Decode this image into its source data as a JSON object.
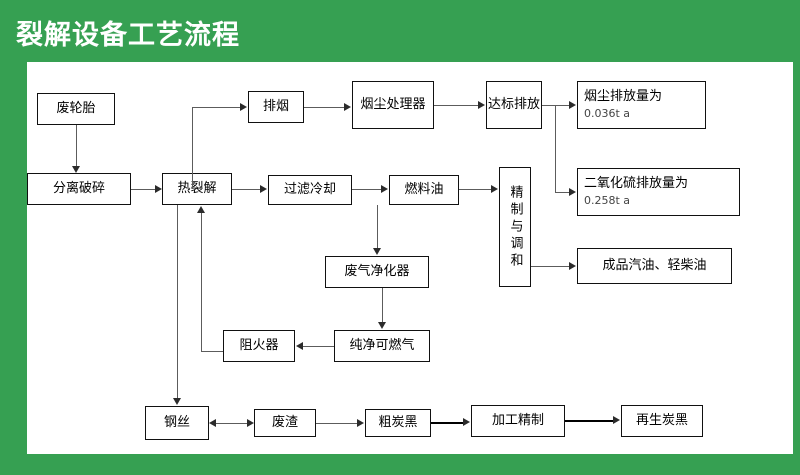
{
  "header": {
    "title": "裂解设备工艺流程",
    "bg_color": "#36a052",
    "text_color": "#ffffff"
  },
  "canvas": {
    "bg_color": "#ffffff",
    "edge_color": "#5c5c5c",
    "box_border_color": "#111111"
  },
  "chart_data": {
    "type": "diagram",
    "title": "裂解设备工艺流程",
    "nodes": [
      {
        "id": "waste_tire",
        "label": "废轮胎"
      },
      {
        "id": "separate_crush",
        "label": "分离破碎"
      },
      {
        "id": "pyrolysis",
        "label": "热裂解"
      },
      {
        "id": "exhaust_smoke",
        "label": "排烟"
      },
      {
        "id": "dust_treatment",
        "label": "烟尘处理器"
      },
      {
        "id": "standard_emission",
        "label": "达标排放"
      },
      {
        "id": "dust_emission",
        "label": "烟尘排放量为",
        "value": "0.036t a"
      },
      {
        "id": "so2_emission",
        "label": "二氧化硫排放量为",
        "value": "0.258t a"
      },
      {
        "id": "filter_cool",
        "label": "过滤冷却"
      },
      {
        "id": "fuel_oil",
        "label": "燃料油"
      },
      {
        "id": "refine_blend",
        "label": "精制与调和"
      },
      {
        "id": "finished_oil",
        "label": "成品汽油、轻柴油"
      },
      {
        "id": "gas_purifier",
        "label": "废气净化器"
      },
      {
        "id": "clean_gas",
        "label": "纯净可燃气"
      },
      {
        "id": "flame_arrester",
        "label": "阻火器"
      },
      {
        "id": "steel_wire",
        "label": "钢丝"
      },
      {
        "id": "waste_residue",
        "label": "废渣"
      },
      {
        "id": "crude_carbon",
        "label": "粗炭黑"
      },
      {
        "id": "process_refine",
        "label": "加工精制"
      },
      {
        "id": "recycled_carbon",
        "label": "再生炭黑"
      }
    ],
    "edges": [
      {
        "from": "waste_tire",
        "to": "separate_crush",
        "direction": "down"
      },
      {
        "from": "separate_crush",
        "to": "pyrolysis",
        "direction": "right"
      },
      {
        "from": "pyrolysis",
        "to": "exhaust_smoke",
        "direction": "up-right"
      },
      {
        "from": "exhaust_smoke",
        "to": "dust_treatment",
        "direction": "right"
      },
      {
        "from": "dust_treatment",
        "to": "standard_emission",
        "direction": "right"
      },
      {
        "from": "standard_emission",
        "to": "dust_emission",
        "direction": "right"
      },
      {
        "from": "standard_emission",
        "to": "so2_emission",
        "direction": "down-right"
      },
      {
        "from": "pyrolysis",
        "to": "filter_cool",
        "direction": "right"
      },
      {
        "from": "filter_cool",
        "to": "fuel_oil",
        "direction": "right"
      },
      {
        "from": "fuel_oil",
        "to": "refine_blend",
        "direction": "right"
      },
      {
        "from": "refine_blend",
        "to": "finished_oil",
        "direction": "right"
      },
      {
        "from": "filter_cool",
        "to": "gas_purifier",
        "direction": "down"
      },
      {
        "from": "gas_purifier",
        "to": "clean_gas",
        "direction": "down"
      },
      {
        "from": "clean_gas",
        "to": "flame_arrester",
        "direction": "left"
      },
      {
        "from": "flame_arrester",
        "to": "pyrolysis",
        "direction": "left-up"
      },
      {
        "from": "pyrolysis",
        "to": "steel_wire",
        "direction": "down"
      },
      {
        "from": "steel_wire",
        "to": "waste_residue",
        "direction": "bidirectional"
      },
      {
        "from": "waste_residue",
        "to": "crude_carbon",
        "direction": "right"
      },
      {
        "from": "crude_carbon",
        "to": "process_refine",
        "direction": "right"
      },
      {
        "from": "process_refine",
        "to": "recycled_carbon",
        "direction": "right"
      }
    ]
  }
}
